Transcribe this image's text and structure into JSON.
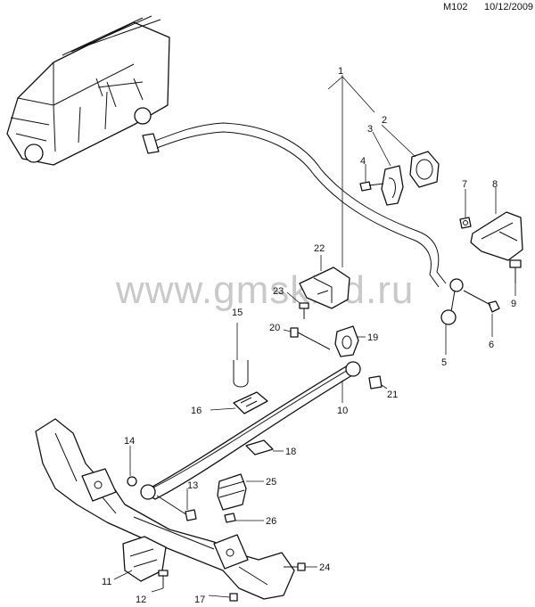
{
  "header": {
    "code": "M102",
    "date": "10/12/2009"
  },
  "watermark": "www.gmsklad.ru",
  "callouts": [
    "1",
    "2",
    "3",
    "4",
    "5",
    "6",
    "7",
    "8",
    "9",
    "10",
    "11",
    "12",
    "13",
    "14",
    "15",
    "16",
    "17",
    "18",
    "19",
    "20",
    "21",
    "22",
    "23",
    "24",
    "25",
    "26"
  ]
}
